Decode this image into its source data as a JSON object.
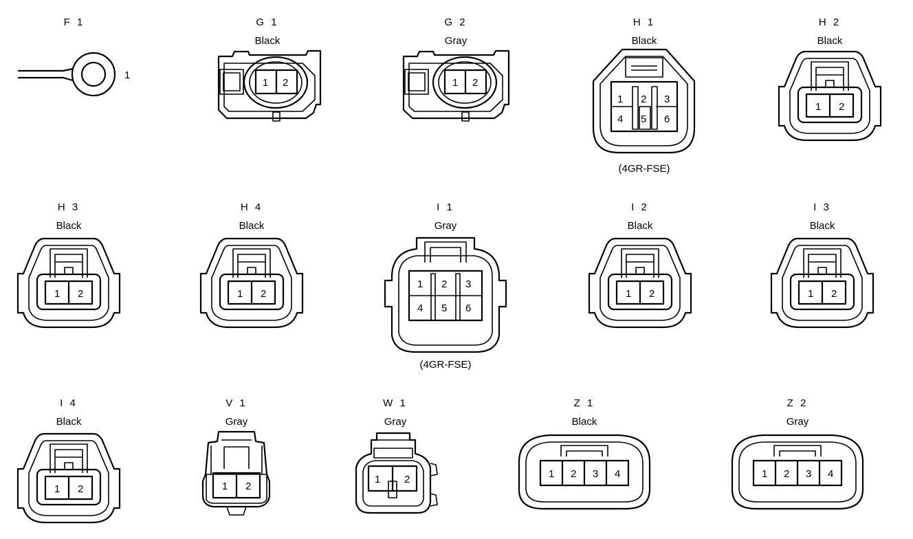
{
  "connectors": {
    "f1": {
      "code": "F 1",
      "terminal": "1"
    },
    "g1": {
      "code": "G 1",
      "color": "Black",
      "pins": [
        "1",
        "2"
      ]
    },
    "g2": {
      "code": "G 2",
      "color": "Gray",
      "pins": [
        "1",
        "2"
      ]
    },
    "h1": {
      "code": "H 1",
      "color": "Black",
      "pins": [
        "1",
        "2",
        "3",
        "4",
        "5",
        "6"
      ],
      "note": "(4GR-FSE)"
    },
    "h2": {
      "code": "H 2",
      "color": "Black",
      "pins": [
        "1",
        "2"
      ]
    },
    "h3": {
      "code": "H 3",
      "color": "Black",
      "pins": [
        "1",
        "2"
      ]
    },
    "h4": {
      "code": "H 4",
      "color": "Black",
      "pins": [
        "1",
        "2"
      ]
    },
    "i1": {
      "code": "I 1",
      "color": "Gray",
      "pins": [
        "1",
        "2",
        "3",
        "4",
        "5",
        "6"
      ],
      "note": "(4GR-FSE)"
    },
    "i2": {
      "code": "I 2",
      "color": "Black",
      "pins": [
        "1",
        "2"
      ]
    },
    "i3": {
      "code": "I 3",
      "color": "Black",
      "pins": [
        "1",
        "2"
      ]
    },
    "i4": {
      "code": "I 4",
      "color": "Black",
      "pins": [
        "1",
        "2"
      ]
    },
    "v1": {
      "code": "V 1",
      "color": "Gray",
      "pins": [
        "1",
        "2"
      ]
    },
    "w1": {
      "code": "W 1",
      "color": "Gray",
      "pins": [
        "1",
        "2"
      ]
    },
    "z1": {
      "code": "Z 1",
      "color": "Black",
      "pins": [
        "1",
        "2",
        "3",
        "4"
      ]
    },
    "z2": {
      "code": "Z 2",
      "color": "Gray",
      "pins": [
        "1",
        "2",
        "3",
        "4"
      ]
    }
  }
}
